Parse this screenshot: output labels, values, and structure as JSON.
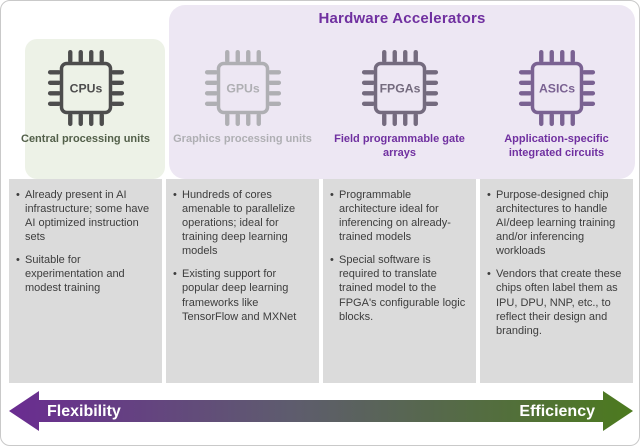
{
  "title": "Hardware Accelerators",
  "columns": [
    {
      "chip_label": "CPUs",
      "subtitle": "Central processing units",
      "bullets": [
        "Already present in AI infrastructure; some have AI optimized instruction sets",
        "Suitable for experimentation and modest training"
      ]
    },
    {
      "chip_label": "GPUs",
      "subtitle": "Graphics processing units",
      "bullets": [
        "Hundreds of cores amenable to parallelize operations; ideal for training deep learning models",
        "Existing support for popular deep learning frameworks like TensorFlow and MXNet"
      ]
    },
    {
      "chip_label": "FPGAs",
      "subtitle": "Field programmable gate arrays",
      "bullets": [
        "Programmable architecture ideal for inferencing on already-trained models",
        "Special software is required to translate trained model to the FPGA's configurable logic blocks."
      ]
    },
    {
      "chip_label": "ASICs",
      "subtitle": "Application-specific integrated circuits",
      "bullets": [
        "Purpose-designed chip architectures to handle AI/deep learning training and/or inferencing workloads",
        "Vendors that create these chips often label them as IPU, DPU, NNP, etc., to reflect their design and branding."
      ]
    }
  ],
  "axis": {
    "left_label": "Flexibility",
    "right_label": "Efficiency"
  },
  "colors": {
    "title-purple": "#7030A0",
    "cpu-accent": "#4d4d4d",
    "cpu-subtitle": "#53604a",
    "gpu-accent": "#afafb3",
    "fpga-accent": "#746b7e",
    "asic-accent": "#7a6292",
    "purple-subtitle": "#7030A0",
    "panel-lavender": "#ede7f3",
    "panel-green": "#edf2e7",
    "cell-gray": "#dbdbdb",
    "arrow-purple": "#6a2c91",
    "arrow-mid": "#5e5c6e",
    "arrow-green": "#4c7a1e"
  }
}
